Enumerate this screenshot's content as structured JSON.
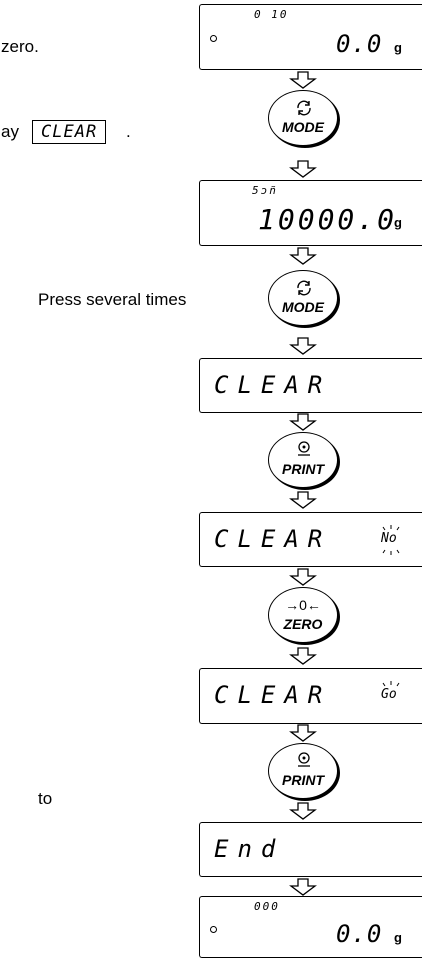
{
  "left_text": {
    "zero": "zero.",
    "display_clear_prefix": "ay",
    "display_clear_word": "CLEAR",
    "display_clear_suffix": ".",
    "press_several": "Press several times",
    "to": "to"
  },
  "displays": {
    "d1": {
      "top": "0 10",
      "value": "0.0",
      "unit": "g"
    },
    "d2": {
      "top": "5ɔñ",
      "value": "10000.0",
      "unit": "g"
    },
    "d3": {
      "text": "CLEAR"
    },
    "d4": {
      "text": "CLEAR",
      "blink": "No"
    },
    "d5": {
      "text": "CLEAR",
      "blink": "Go"
    },
    "d6": {
      "text": "End"
    },
    "d7": {
      "top": "000",
      "value": "0.0",
      "unit": "g"
    }
  },
  "buttons": {
    "mode1": {
      "label": "MODE",
      "icon": "cycle-arrows-icon"
    },
    "mode2": {
      "label": "MODE",
      "icon": "cycle-arrows-icon"
    },
    "print1": {
      "label": "PRINT",
      "icon": "circle-dot-icon"
    },
    "zero": {
      "label": "ZERO",
      "symbol": "→0←"
    },
    "print2": {
      "label": "PRINT",
      "icon": "circle-dot-icon"
    }
  }
}
